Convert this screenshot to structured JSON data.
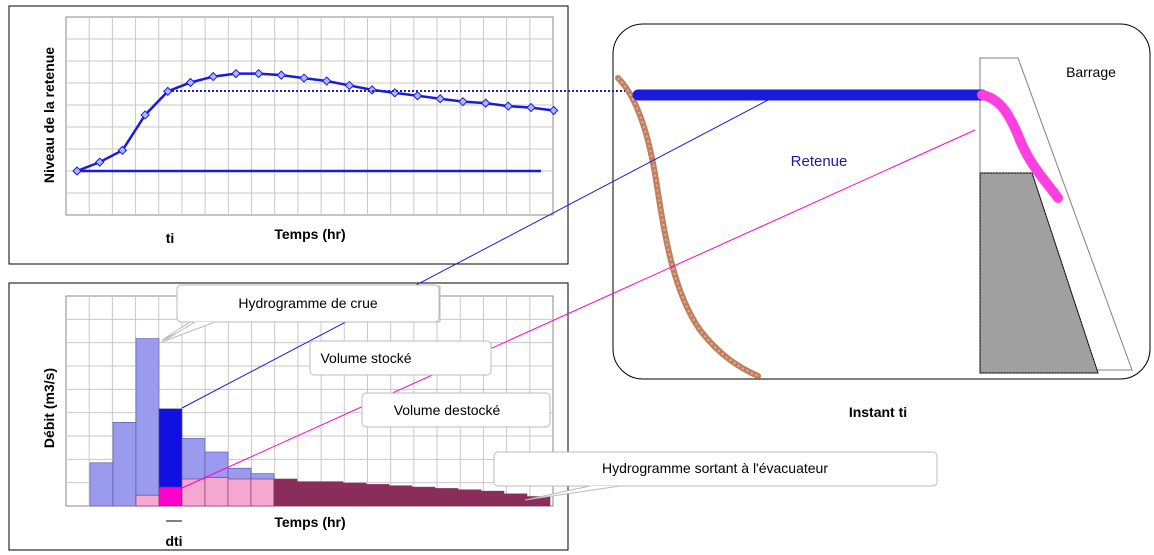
{
  "top_chart": {
    "ylabel": "Niveau de la retenue",
    "xlabel": "Temps (hr)",
    "marker_label": "ti"
  },
  "bottom_chart": {
    "ylabel": "Débit (m3/s)",
    "xlabel": "Temps (hr)",
    "marker_label": "dti"
  },
  "callouts": {
    "inflow": "Hydrogramme de crue",
    "stored": "Volume stocké",
    "released": "Volume destocké",
    "outflow": "Hydrogramme sortant à l'évacuateur"
  },
  "reservoir": {
    "dam_label": "Barrage",
    "water_label": "Retenue",
    "caption": "Instant  ti"
  },
  "colors": {
    "level_line": "#1a1adc",
    "inflow_bars": "#9a9aef",
    "stored_bar": "#1010e0",
    "outflow_light": "#f4a8d0",
    "outflow_dark": "#8b2d5a",
    "released_bar": "#ff00cc",
    "reservoir_water": "#1a1adc",
    "dam_face": "#ff40e0",
    "bank": "#c08060",
    "dam_core": "#a0a0a0"
  },
  "chart_data": [
    {
      "type": "line",
      "series": [
        {
          "values": [
            0.0,
            0.3,
            0.7,
            1.9,
            2.7,
            3.0,
            3.2,
            3.3,
            3.3,
            3.25,
            3.15,
            3.05,
            2.9,
            2.75,
            2.65,
            2.55,
            2.45,
            2.35,
            2.3,
            2.2,
            2.15,
            2.05
          ]
        },
        {
          "values": [
            0,
            0,
            0,
            0,
            0,
            0,
            0,
            0,
            0,
            0,
            0,
            0,
            0,
            0,
            0,
            0,
            0,
            0,
            0,
            0,
            0,
            0
          ]
        }
      ]
    },
    {
      "type": "bar",
      "series": [
        {
          "values": [
            1.6,
            3.1,
            6.2,
            3.6,
            2.5,
            2.0,
            1.4,
            1.2
          ]
        },
        {
          "values": [
            0.4,
            0.7,
            1.0,
            1.05,
            1.0,
            1.0,
            1.0,
            0.9,
            0.9,
            0.85,
            0.8,
            0.75,
            0.7,
            0.65,
            0.6,
            0.55,
            0.45,
            0.35
          ]
        }
      ]
    }
  ]
}
